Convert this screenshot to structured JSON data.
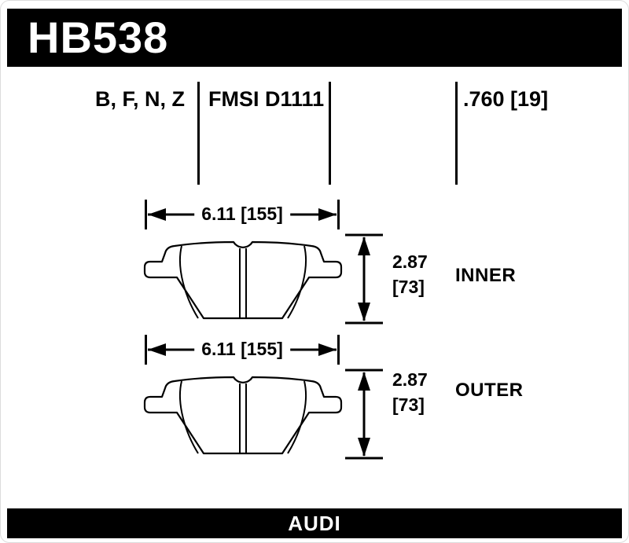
{
  "header": {
    "part_number": "HB538"
  },
  "spec_row": {
    "compound_codes": "B, F, N, Z",
    "fmsi_number": "FMSI D1111",
    "thickness": ".760 [19]"
  },
  "pads": [
    {
      "position": "INNER",
      "width_label": "6.11 [155]",
      "height_value": "2.87",
      "height_bracket": "[73]"
    },
    {
      "position": "OUTER",
      "width_label": "6.11 [155]",
      "height_value": "2.87",
      "height_bracket": "[73]"
    }
  ],
  "footer": {
    "brand": "AUDI"
  },
  "colors": {
    "bar_background": "#000000",
    "bar_text": "#ffffff",
    "line_color": "#000000",
    "background": "#ffffff"
  }
}
